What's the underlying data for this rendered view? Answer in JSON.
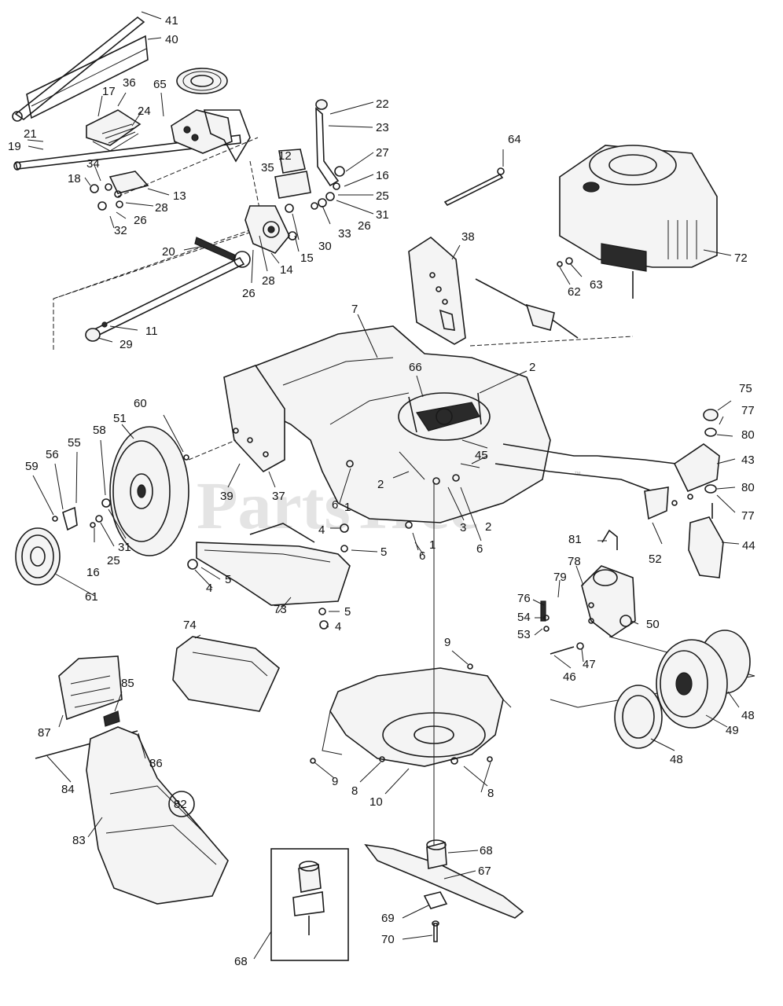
{
  "watermark": {
    "text": "PartsTree",
    "trademark": "™"
  },
  "labels": [
    "41",
    "40",
    "36",
    "17",
    "65",
    "24",
    "21",
    "19",
    "34",
    "18",
    "35",
    "12",
    "13",
    "28",
    "26",
    "32",
    "22",
    "23",
    "27",
    "16",
    "25",
    "31",
    "33",
    "30",
    "15",
    "14",
    "20",
    "11",
    "29",
    "64",
    "72",
    "63",
    "62",
    "38",
    "7",
    "66",
    "2",
    "75",
    "77",
    "80",
    "43",
    "60",
    "51",
    "58",
    "55",
    "56",
    "59",
    "39",
    "37",
    "45",
    "3",
    "6",
    "1",
    "4",
    "5",
    "52",
    "44",
    "81",
    "78",
    "79",
    "76",
    "54",
    "53",
    "50",
    "47",
    "46",
    "61",
    "73",
    "74",
    "9",
    "85",
    "87",
    "86",
    "84",
    "83",
    "82",
    "10",
    "8",
    "48",
    "49",
    "68",
    "67",
    "69",
    "70"
  ]
}
